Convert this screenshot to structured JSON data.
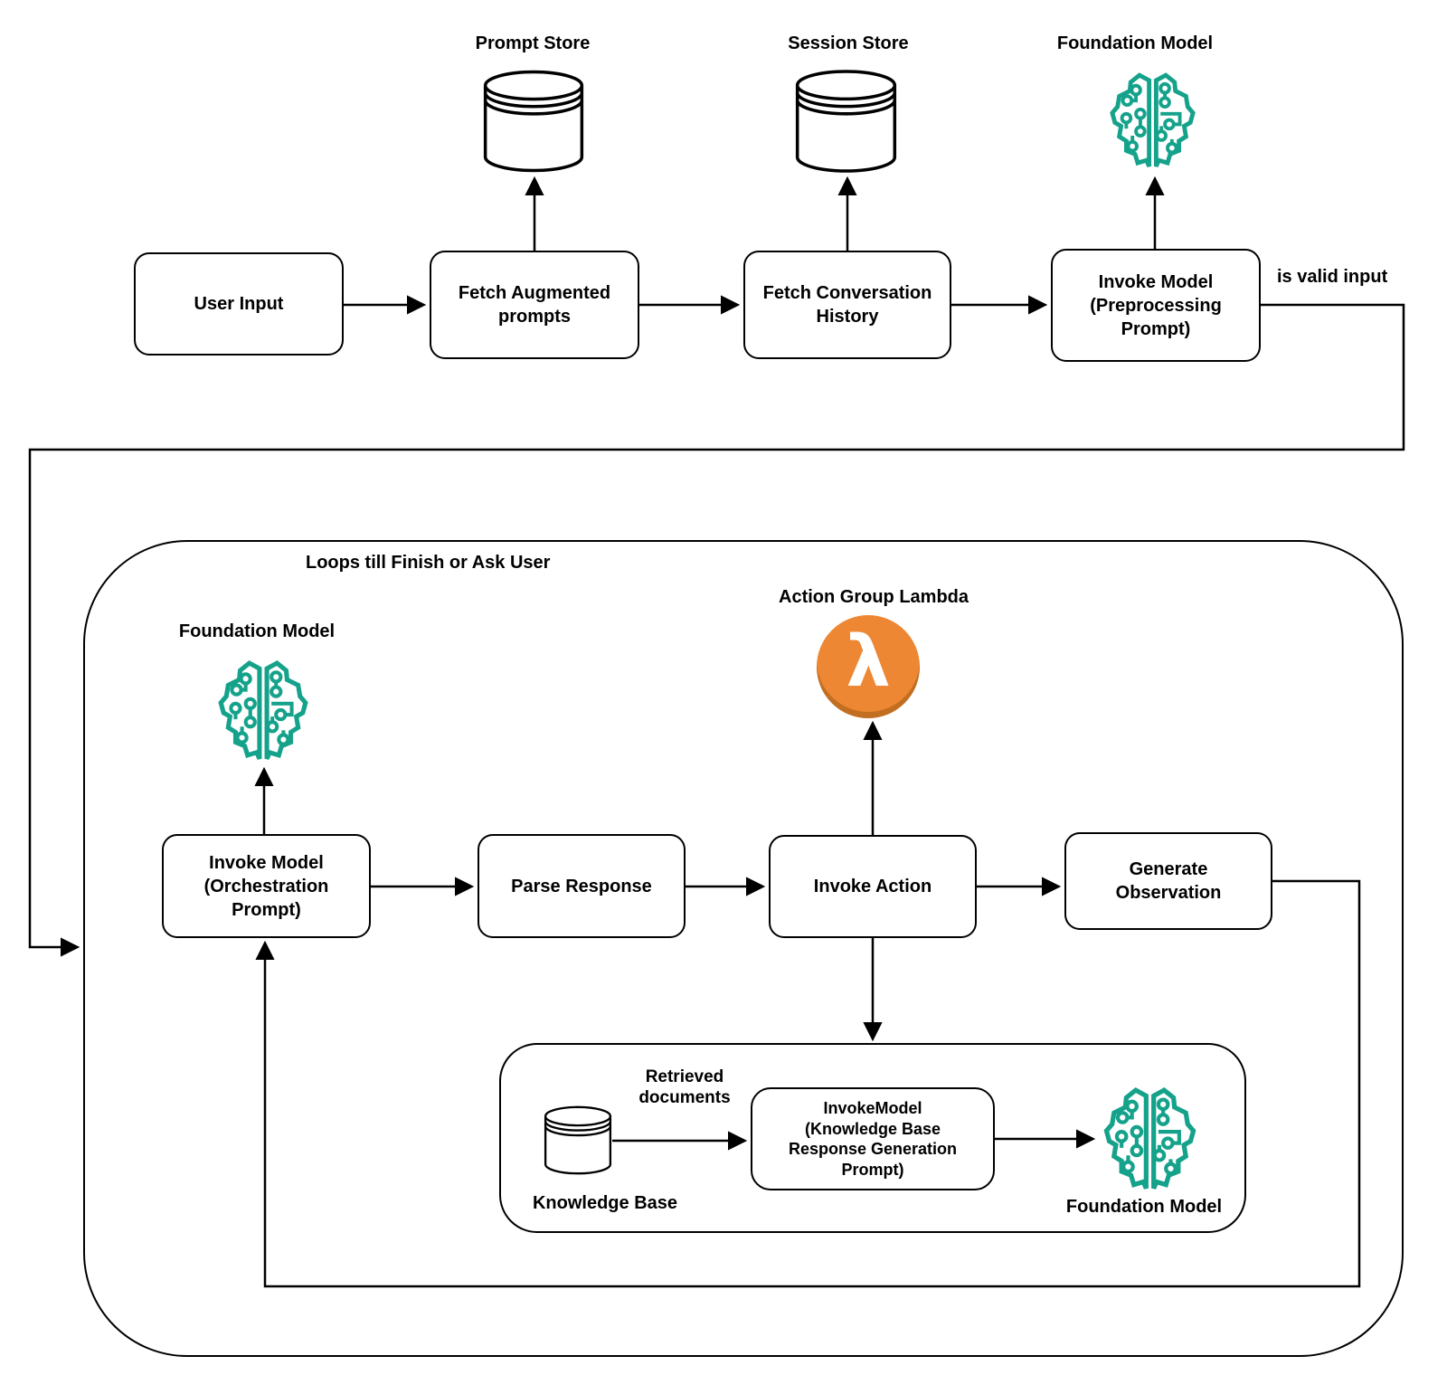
{
  "diagram": {
    "labels": {
      "prompt_store": "Prompt Store",
      "session_store": "Session Store",
      "foundation_model_top": "Foundation Model",
      "is_valid_input": "is valid input",
      "loop": "Loops till Finish or Ask User",
      "foundation_model_loop": "Foundation Model",
      "action_group_lambda": "Action Group Lambda",
      "retrieved_documents": "Retrieved\ndocuments",
      "knowledge_base": "Knowledge Base",
      "foundation_model_kb": "Foundation Model"
    },
    "nodes": {
      "user_input": "User Input",
      "fetch_augmented_prompts": "Fetch Augmented\nprompts",
      "fetch_conversation_history": "Fetch Conversation\nHistory",
      "invoke_model_preprocessing": "Invoke Model\n(Preprocessing\nPrompt)",
      "invoke_model_orchestration": "Invoke Model\n(Orchestration\nPrompt)",
      "parse_response": "Parse Response",
      "invoke_action": "Invoke Action",
      "generate_observation": "Generate\nObservation",
      "invoke_model_kb": "InvokeModel\n(Knowledge Base\nResponse Generation\nPrompt)"
    },
    "icons": {
      "lambda_glyph": "λ",
      "brain": "circuit-brain-icon",
      "database": "database-cylinder-icon"
    },
    "colors": {
      "brain_teal": "#15A28B",
      "lambda_orange": "#ED8733",
      "stroke_black": "#000000",
      "background": "#FFFFFF"
    }
  }
}
